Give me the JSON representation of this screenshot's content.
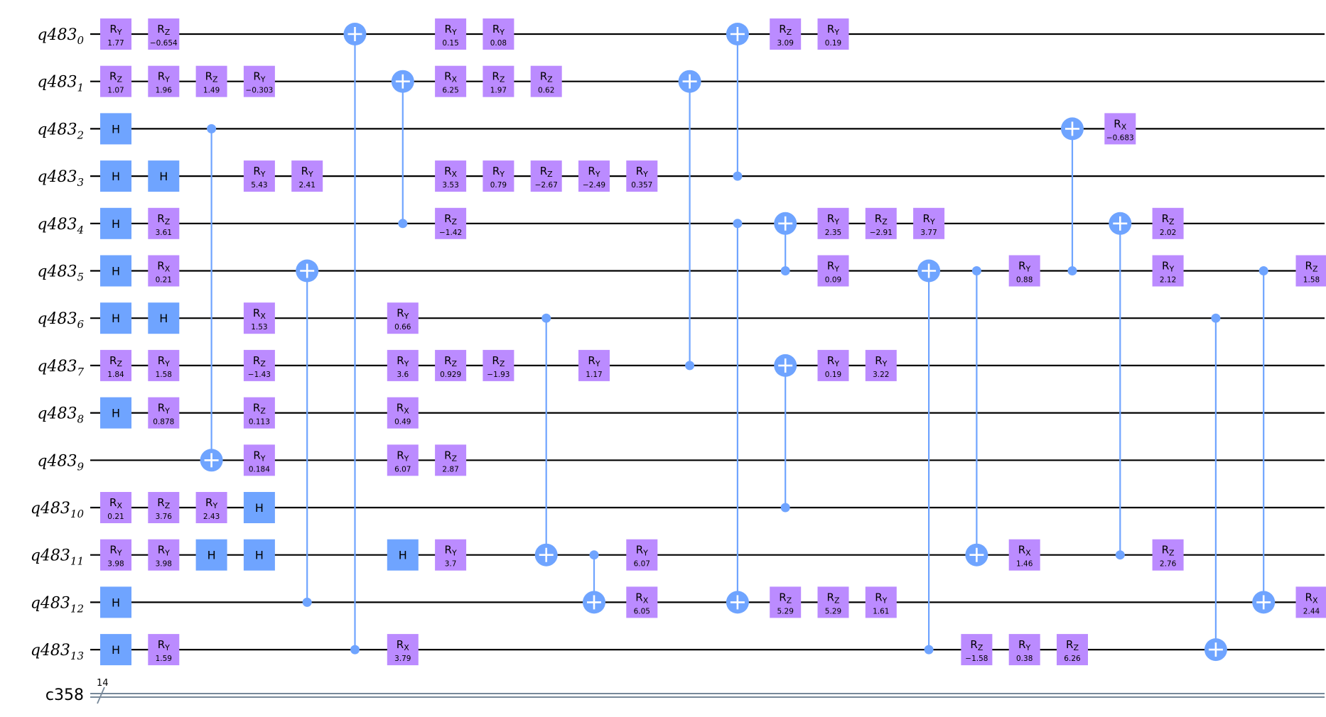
{
  "register": {
    "name": "q483",
    "count": 14
  },
  "classical": {
    "name": "c358",
    "size": "14"
  },
  "colors": {
    "rotation_gate": "#bb8bff",
    "h_gate": "#6fa4ff",
    "link": "#6fa4ff",
    "wire": "#000000",
    "classical_wire": "#778899"
  },
  "gates": [
    {
      "c": 0,
      "q": 0,
      "t": "RY",
      "p": "1.77"
    },
    {
      "c": 1,
      "q": 0,
      "t": "RZ",
      "p": "−0.654"
    },
    {
      "c": 7,
      "q": 0,
      "t": "RY",
      "p": "0.15"
    },
    {
      "c": 8,
      "q": 0,
      "t": "RY",
      "p": "0.08"
    },
    {
      "c": 14,
      "q": 0,
      "t": "RZ",
      "p": "3.09"
    },
    {
      "c": 15,
      "q": 0,
      "t": "RY",
      "p": "0.19"
    },
    {
      "c": 0,
      "q": 1,
      "t": "RZ",
      "p": "1.07"
    },
    {
      "c": 1,
      "q": 1,
      "t": "RY",
      "p": "1.96"
    },
    {
      "c": 2,
      "q": 1,
      "t": "RZ",
      "p": "1.49"
    },
    {
      "c": 3,
      "q": 1,
      "t": "RY",
      "p": "−0.303"
    },
    {
      "c": 7,
      "q": 1,
      "t": "RX",
      "p": "6.25"
    },
    {
      "c": 8,
      "q": 1,
      "t": "RZ",
      "p": "1.97"
    },
    {
      "c": 9,
      "q": 1,
      "t": "RZ",
      "p": "0.62"
    },
    {
      "c": 0,
      "q": 2,
      "t": "H",
      "p": ""
    },
    {
      "c": 21,
      "q": 2,
      "t": "RX",
      "p": "−0.683"
    },
    {
      "c": 0,
      "q": 3,
      "t": "H",
      "p": ""
    },
    {
      "c": 1,
      "q": 3,
      "t": "H",
      "p": ""
    },
    {
      "c": 3,
      "q": 3,
      "t": "RY",
      "p": "5.43"
    },
    {
      "c": 4,
      "q": 3,
      "t": "RY",
      "p": "2.41"
    },
    {
      "c": 7,
      "q": 3,
      "t": "RX",
      "p": "3.53"
    },
    {
      "c": 8,
      "q": 3,
      "t": "RY",
      "p": "0.79"
    },
    {
      "c": 9,
      "q": 3,
      "t": "RZ",
      "p": "−2.67"
    },
    {
      "c": 10,
      "q": 3,
      "t": "RY",
      "p": "−2.49"
    },
    {
      "c": 11,
      "q": 3,
      "t": "RY",
      "p": "0.357"
    },
    {
      "c": 0,
      "q": 4,
      "t": "H",
      "p": ""
    },
    {
      "c": 1,
      "q": 4,
      "t": "RZ",
      "p": "3.61"
    },
    {
      "c": 7,
      "q": 4,
      "t": "RZ",
      "p": "−1.42"
    },
    {
      "c": 15,
      "q": 4,
      "t": "RY",
      "p": "2.35"
    },
    {
      "c": 16,
      "q": 4,
      "t": "RZ",
      "p": "−2.91"
    },
    {
      "c": 17,
      "q": 4,
      "t": "RY",
      "p": "3.77"
    },
    {
      "c": 22,
      "q": 4,
      "t": "RZ",
      "p": "2.02"
    },
    {
      "c": 0,
      "q": 5,
      "t": "H",
      "p": ""
    },
    {
      "c": 1,
      "q": 5,
      "t": "RX",
      "p": "0.21"
    },
    {
      "c": 15,
      "q": 5,
      "t": "RY",
      "p": "0.09"
    },
    {
      "c": 19,
      "q": 5,
      "t": "RY",
      "p": "0.88"
    },
    {
      "c": 22,
      "q": 5,
      "t": "RY",
      "p": "2.12"
    },
    {
      "c": 25,
      "q": 5,
      "t": "RZ",
      "p": "1.58"
    },
    {
      "c": 0,
      "q": 6,
      "t": "H",
      "p": ""
    },
    {
      "c": 1,
      "q": 6,
      "t": "H",
      "p": ""
    },
    {
      "c": 3,
      "q": 6,
      "t": "RX",
      "p": "1.53"
    },
    {
      "c": 6,
      "q": 6,
      "t": "RY",
      "p": "0.66"
    },
    {
      "c": 0,
      "q": 7,
      "t": "RZ",
      "p": "1.84"
    },
    {
      "c": 1,
      "q": 7,
      "t": "RY",
      "p": "1.58"
    },
    {
      "c": 3,
      "q": 7,
      "t": "RZ",
      "p": "−1.43"
    },
    {
      "c": 6,
      "q": 7,
      "t": "RY",
      "p": "3.6"
    },
    {
      "c": 7,
      "q": 7,
      "t": "RZ",
      "p": "0.929"
    },
    {
      "c": 8,
      "q": 7,
      "t": "RZ",
      "p": "−1.93"
    },
    {
      "c": 10,
      "q": 7,
      "t": "RY",
      "p": "1.17"
    },
    {
      "c": 15,
      "q": 7,
      "t": "RY",
      "p": "0.19"
    },
    {
      "c": 16,
      "q": 7,
      "t": "RY",
      "p": "3.22"
    },
    {
      "c": 0,
      "q": 8,
      "t": "H",
      "p": ""
    },
    {
      "c": 1,
      "q": 8,
      "t": "RY",
      "p": "0.878"
    },
    {
      "c": 3,
      "q": 8,
      "t": "RZ",
      "p": "0.113"
    },
    {
      "c": 6,
      "q": 8,
      "t": "RX",
      "p": "0.49"
    },
    {
      "c": 3,
      "q": 9,
      "t": "RY",
      "p": "0.184"
    },
    {
      "c": 6,
      "q": 9,
      "t": "RY",
      "p": "6.07"
    },
    {
      "c": 7,
      "q": 9,
      "t": "RZ",
      "p": "2.87"
    },
    {
      "c": 0,
      "q": 10,
      "t": "RX",
      "p": "0.21"
    },
    {
      "c": 1,
      "q": 10,
      "t": "RZ",
      "p": "3.76"
    },
    {
      "c": 2,
      "q": 10,
      "t": "RY",
      "p": "2.43"
    },
    {
      "c": 3,
      "q": 10,
      "t": "H",
      "p": ""
    },
    {
      "c": 0,
      "q": 11,
      "t": "RY",
      "p": "3.98"
    },
    {
      "c": 1,
      "q": 11,
      "t": "RY",
      "p": "3.98"
    },
    {
      "c": 2,
      "q": 11,
      "t": "H",
      "p": ""
    },
    {
      "c": 3,
      "q": 11,
      "t": "H",
      "p": ""
    },
    {
      "c": 6,
      "q": 11,
      "t": "H",
      "p": ""
    },
    {
      "c": 7,
      "q": 11,
      "t": "RY",
      "p": "3.7"
    },
    {
      "c": 11,
      "q": 11,
      "t": "RY",
      "p": "6.07"
    },
    {
      "c": 19,
      "q": 11,
      "t": "RX",
      "p": "1.46"
    },
    {
      "c": 22,
      "q": 11,
      "t": "RZ",
      "p": "2.76"
    },
    {
      "c": 0,
      "q": 12,
      "t": "H",
      "p": ""
    },
    {
      "c": 11,
      "q": 12,
      "t": "RX",
      "p": "6.05"
    },
    {
      "c": 14,
      "q": 12,
      "t": "RZ",
      "p": "5.29"
    },
    {
      "c": 15,
      "q": 12,
      "t": "RZ",
      "p": "5.29"
    },
    {
      "c": 16,
      "q": 12,
      "t": "RY",
      "p": "1.61"
    },
    {
      "c": 25,
      "q": 12,
      "t": "RX",
      "p": "2.44"
    },
    {
      "c": 0,
      "q": 13,
      "t": "H",
      "p": ""
    },
    {
      "c": 1,
      "q": 13,
      "t": "RY",
      "p": "1.59"
    },
    {
      "c": 6,
      "q": 13,
      "t": "RX",
      "p": "3.79"
    },
    {
      "c": 18,
      "q": 13,
      "t": "RZ",
      "p": "−1.58"
    },
    {
      "c": 19,
      "q": 13,
      "t": "RY",
      "p": "0.38"
    },
    {
      "c": 20,
      "q": 13,
      "t": "RZ",
      "p": "6.26"
    }
  ],
  "cnots": [
    {
      "c": 2,
      "ctrl": 2,
      "tgt": 9
    },
    {
      "c": 4,
      "ctrl": 12,
      "tgt": 5
    },
    {
      "c": 5,
      "ctrl": 13,
      "tgt": 0
    },
    {
      "c": 6,
      "ctrl": 4,
      "tgt": 1
    },
    {
      "c": 9,
      "ctrl": 6,
      "tgt": 11
    },
    {
      "c": 10,
      "ctrl": 11,
      "tgt": 12
    },
    {
      "c": 12,
      "ctrl": 7,
      "tgt": 1
    },
    {
      "c": 13,
      "ctrl": 3,
      "tgt": 0
    },
    {
      "c": 13,
      "ctrl": 4,
      "tgt": 12
    },
    {
      "c": 14,
      "ctrl": 5,
      "tgt": 4
    },
    {
      "c": 14,
      "ctrl": 10,
      "tgt": 7
    },
    {
      "c": 17,
      "ctrl": 13,
      "tgt": 5
    },
    {
      "c": 18,
      "ctrl": 5,
      "tgt": 11
    },
    {
      "c": 20,
      "ctrl": 5,
      "tgt": 2
    },
    {
      "c": 21,
      "ctrl": 11,
      "tgt": 4
    },
    {
      "c": 23,
      "ctrl": 6,
      "tgt": 13
    },
    {
      "c": 24,
      "ctrl": 5,
      "tgt": 12
    }
  ]
}
